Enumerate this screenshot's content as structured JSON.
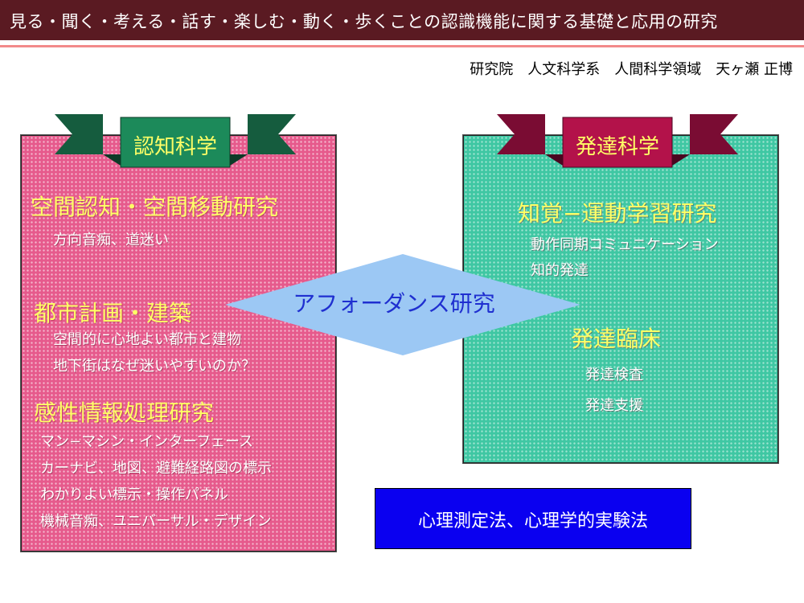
{
  "header": {
    "title": "見る・聞く・考える・話す・楽しむ・動く・歩くことの認識機能に関する基礎と応用の研究",
    "author": "研究院　人文科学系　人間科学領域　天ヶ瀬 正博"
  },
  "left_panel": {
    "banner": "認知科学",
    "sections": [
      {
        "heading": "空間認知・空間移動研究",
        "items": [
          "方向音痴、道迷い"
        ]
      },
      {
        "heading": "都市計画・建築",
        "items": [
          "空間的に心地よい都市と建物",
          "地下街はなぜ迷いやすいのか？"
        ]
      },
      {
        "heading": "感性情報処理研究",
        "items": [
          "マン−マシン・インターフェース",
          "カーナビ、地図、避難経路図の標示",
          "わかりよい標示・操作パネル",
          "機械音痴、ユニバーサル・デザイン"
        ]
      }
    ]
  },
  "right_panel": {
    "banner": "発達科学",
    "sections": [
      {
        "heading": "知覚−運動学習研究",
        "items": [
          "動作同期コミュニケーション",
          "知的発達"
        ]
      },
      {
        "heading": "発達臨床",
        "items": [
          "発達検査",
          "発達支援"
        ]
      }
    ]
  },
  "center": {
    "label": "アフォーダンス研究"
  },
  "footer_box": {
    "label": "心理測定法、心理学的実験法"
  },
  "colors": {
    "title_bar": "#5a1a22",
    "left_panel": "#e65a8c",
    "right_panel": "#3fc7a3",
    "left_banner": "#1c8a5a",
    "right_banner": "#b3124a",
    "heading_text": "#ffff66",
    "diamond": "#9cc8f4",
    "diamond_text": "#1f2fd0",
    "footer_box": "#0a00f0"
  }
}
